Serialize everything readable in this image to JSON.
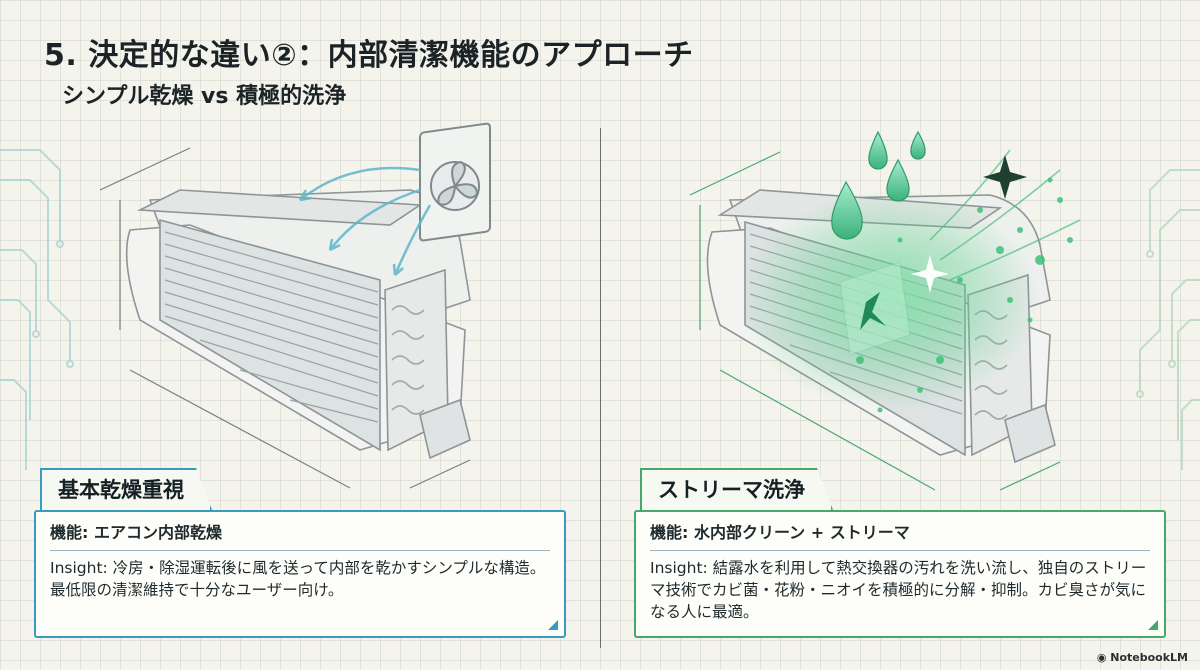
{
  "header": {
    "title": "5. 決定的な違い②：内部清潔機能のアプローチ",
    "subtitle": "シンプル乾燥 vs 積極的洗浄"
  },
  "left": {
    "label": "基本乾燥重視",
    "function": "機能: エアコン内部乾燥",
    "insight": "Insight: 冷房・除湿運転後に風を送って内部を乾かすシンプルな構造。最低限の清潔維持で十分なユーザー向け。",
    "accent": "#3a9bbd",
    "icons": [
      "fan-icon",
      "airflow-arrows"
    ]
  },
  "right": {
    "label": "ストリーマ洗浄",
    "function": "機能: 水内部クリーン + ストリーマ",
    "insight": "Insight: 結露水を利用して熱交換器の汚れを洗い流し、独自のストリーマ技術でカビ菌・花粉・ニオイを積極的に分解・抑制。カビ臭さが気になる人に最適。",
    "accent": "#46a86a",
    "icons": [
      "water-drop-icon",
      "sparkle-icon",
      "streamer-emblem-icon"
    ]
  },
  "footer": {
    "logo": "NotebookLM"
  }
}
